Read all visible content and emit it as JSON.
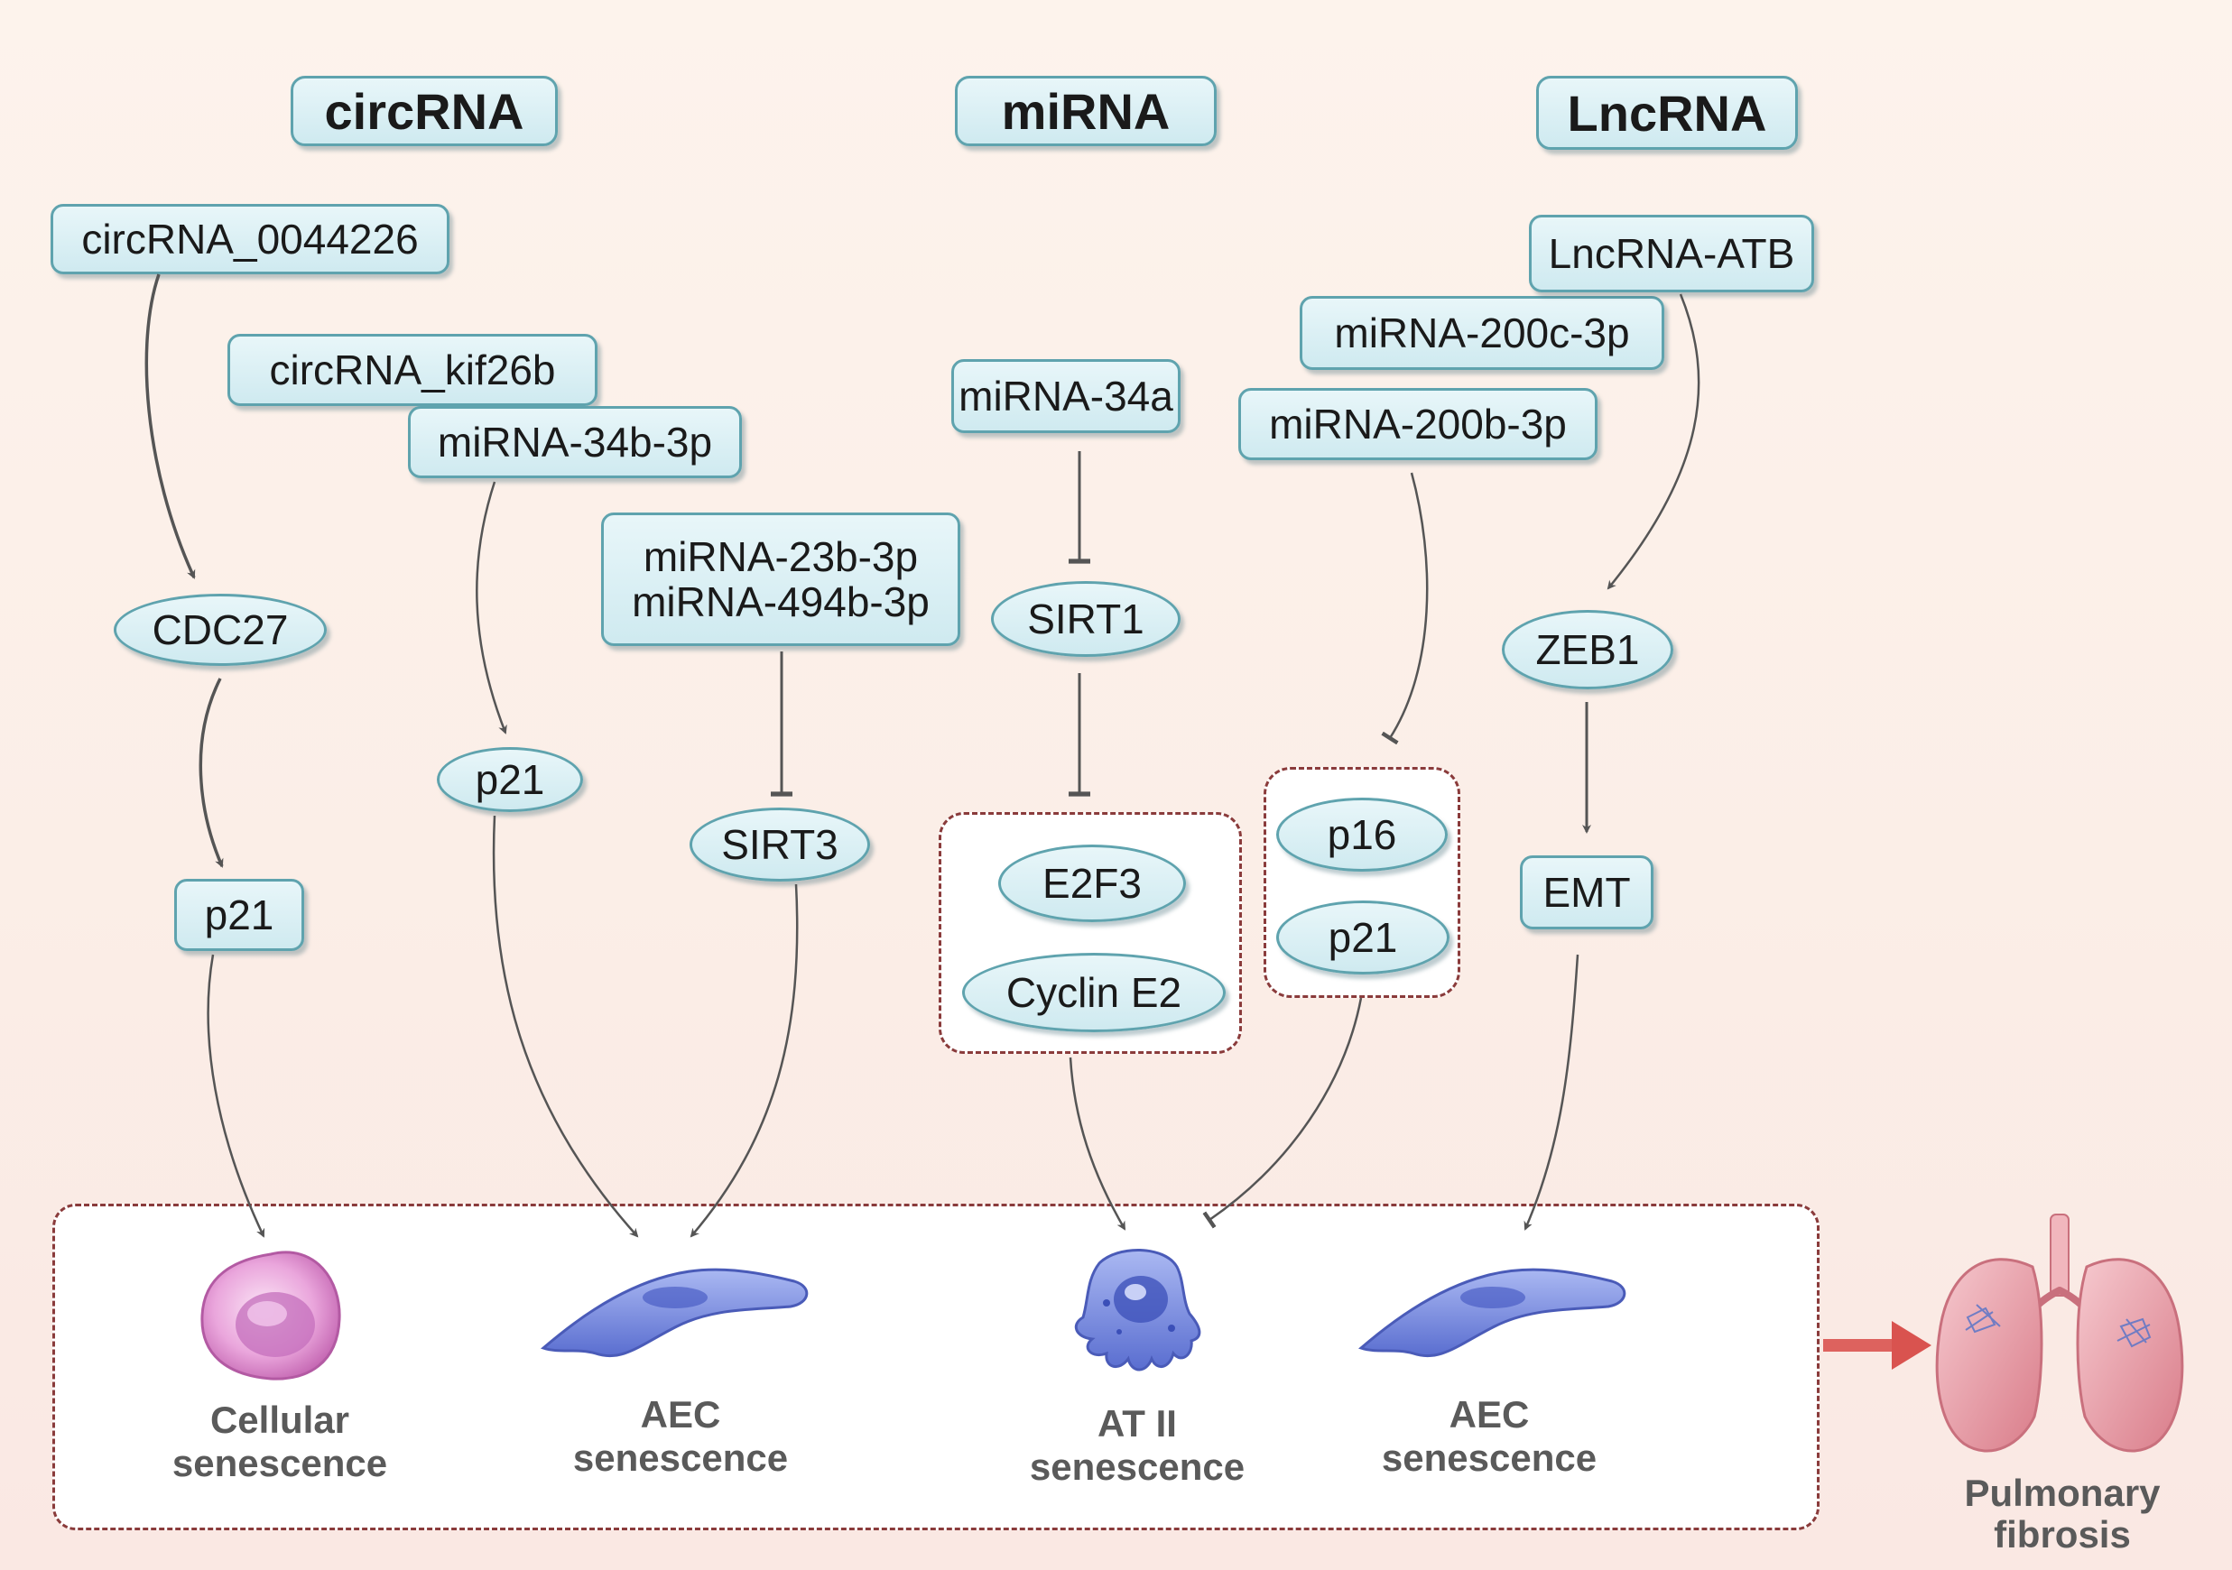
{
  "headers": {
    "circrna": "circRNA",
    "mirna": "miRNA",
    "lncrna": "LncRNA"
  },
  "circ_column": {
    "circrna_0044226": "circRNA_0044226",
    "cdc27": "CDC27",
    "p21_a": "p21",
    "circrna_kif26b": "circRNA_kif26b",
    "mirna_34b_3p": "miRNA-34b-3p",
    "p21_b": "p21",
    "mirna_23b_3p": "miRNA-23b-3p",
    "mirna_494b_3p": "miRNA-494b-3p",
    "sirt3": "SIRT3"
  },
  "mirna_column": {
    "mirna_34a": "miRNA-34a",
    "sirt1": "SIRT1",
    "e2f3": "E2F3",
    "cyclin_e2": "Cyclin E2",
    "mirna_200c_3p": "miRNA-200c-3p",
    "mirna_200b_3p": "miRNA-200b-3p",
    "p16": "p16",
    "p21_c": "p21"
  },
  "lnc_column": {
    "lncrna_atb": "LncRNA-ATB",
    "zeb1": "ZEB1",
    "emt": "EMT"
  },
  "outcomes": {
    "cellular_senescence": [
      "Cellular",
      "senescence"
    ],
    "aec_senescence_1": [
      "AEC",
      "senescence"
    ],
    "at2_senescence": [
      "AT II",
      "senescence"
    ],
    "aec_senescence_2": [
      "AEC",
      "senescence"
    ],
    "pulmonary_fibrosis": [
      "Pulmonary",
      "fibrosis"
    ]
  },
  "colors": {
    "box_border": "#5fa3ae",
    "dashed_border": "#8a3b3b",
    "arrow": "#555555",
    "cell_pink": "#e39ad3",
    "cell_blue": "#6f83d8",
    "fibrosis_arrow": "#d9534f",
    "lung": "#e79aa4"
  }
}
